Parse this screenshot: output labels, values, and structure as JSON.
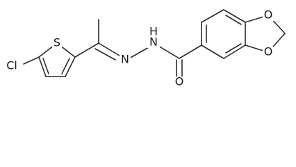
{
  "molecule": {
    "atoms": {
      "cl": "Cl",
      "s": "S",
      "n1": "N",
      "n2": "N",
      "h": "H",
      "o_carbonyl": "O",
      "o_ring_top": "O",
      "o_ring_bottom": "O"
    }
  }
}
